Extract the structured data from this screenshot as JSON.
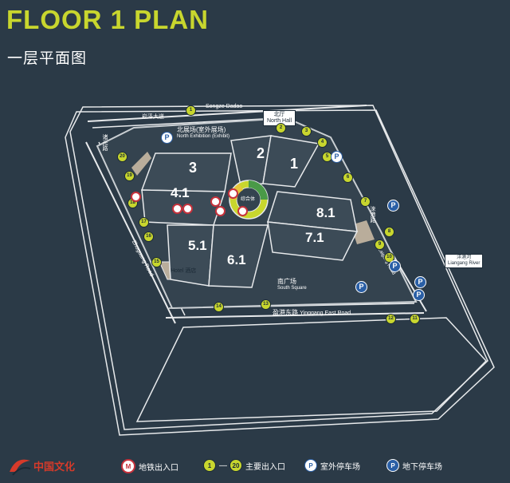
{
  "title": "FLOOR 1 PLAN",
  "subtitle": "一层平面图",
  "halls": [
    {
      "id": "hall-3",
      "label": "3"
    },
    {
      "id": "hall-2",
      "label": "2"
    },
    {
      "id": "hall-1",
      "label": "1"
    },
    {
      "id": "hall-4-1",
      "label": "4.1"
    },
    {
      "id": "hall-8-1",
      "label": "8.1"
    },
    {
      "id": "hall-7-1",
      "label": "7.1"
    },
    {
      "id": "hall-5-1",
      "label": "5.1"
    },
    {
      "id": "hall-6-1",
      "label": "6.1"
    }
  ],
  "labels": {
    "north_hall_cn": "北厅",
    "north_hall_en": "North Hall",
    "north_exhibit_cn": "北展场(室外展场)",
    "north_exhibit_en": "North Exhibition (Exhibit)",
    "south_square_cn": "南广场",
    "south_square_en": "South Square",
    "hotel_en": "Hotel",
    "hotel_cn": "酒店",
    "songze_road": "Songze Dadao",
    "songze_road_cn": "崧泽大道",
    "zhuguang_road_cn": "诸光路",
    "zhuguang_road_en": "Zhuguang Road",
    "yinggang_road_cn": "盈港东路",
    "yinggang_road_en": "Yinggang East Road",
    "laiyang_road_cn": "涞港路",
    "laiyang_road_en": "Laigang Road",
    "river_cn": "洋港河",
    "river_en": "Liangang River",
    "center_cn": "综合体"
  },
  "legend": {
    "metro_icon": "M",
    "metro_label": "地铁出入口",
    "entrance_start": "1",
    "entrance_end": "20",
    "entrance_label": "主要出入口",
    "outdoor_icon": "P",
    "outdoor_parking_label": "室外停车场",
    "underground_icon": "P",
    "underground_parking_label": "地下停车场"
  },
  "logo": {
    "text": "中国文化"
  },
  "entrances": [
    "1",
    "2",
    "3",
    "4",
    "5",
    "6",
    "7",
    "8",
    "9",
    "10",
    "11",
    "12",
    "13",
    "14",
    "15",
    "16",
    "17",
    "18",
    "19",
    "20"
  ],
  "colors": {
    "background": "#2b3a47",
    "accent": "#c8d62e",
    "hall": "#3c4b57",
    "road": "#e8eaec",
    "parking": "#2a5fa6",
    "metro": "#c8323c"
  }
}
